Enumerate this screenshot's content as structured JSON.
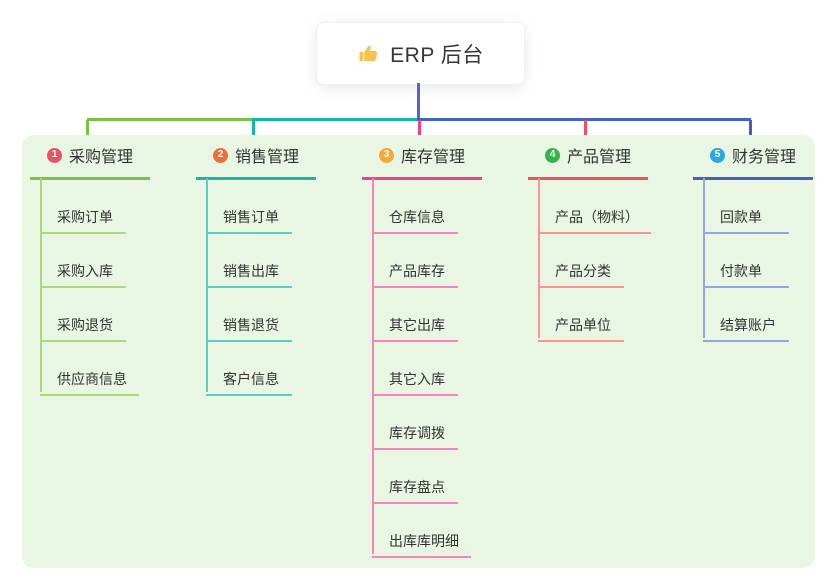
{
  "title": {
    "text": "ERP 后台",
    "icon": "thumbs-up-icon",
    "icon_color": "#f6c34a"
  },
  "connector": {
    "trunk_color": "#5064d2",
    "segment_colors": [
      "#7cc243",
      "#12b7ae",
      "#3d64c6"
    ]
  },
  "panel_color": "#e9f6e3",
  "branches": [
    {
      "num": "1",
      "label": "采购管理",
      "badge_color": "#ec5262",
      "line_color": "#7cc243",
      "child_line_color": "#a9d87a",
      "children": [
        "采购订单",
        "采购入库",
        "采购退货",
        "供应商信息"
      ]
    },
    {
      "num": "2",
      "label": "销售管理",
      "badge_color": "#f06d33",
      "line_color": "#12b7ae",
      "child_line_color": "#5fccc3",
      "children": [
        "销售订单",
        "销售出库",
        "销售退货",
        "客户信息"
      ]
    },
    {
      "num": "3",
      "label": "库存管理",
      "badge_color": "#f9a832",
      "line_color": "#ee3f92",
      "child_line_color": "#f685bf",
      "children": [
        "仓库信息",
        "产品库存",
        "其它出库",
        "其它入库",
        "库存调拨",
        "库存盘点",
        "出库库明细"
      ]
    },
    {
      "num": "4",
      "label": "产品管理",
      "badge_color": "#36b34a",
      "line_color": "#f44d5e",
      "child_line_color": "#f89494",
      "children": [
        "产品（物料）",
        "产品分类",
        "产品单位"
      ]
    },
    {
      "num": "5",
      "label": "财务管理",
      "badge_color": "#2ea7dc",
      "line_color": "#3d64c6",
      "child_line_color": "#92a7e2",
      "children": [
        "回款单",
        "付款单",
        "结算账户"
      ]
    }
  ]
}
